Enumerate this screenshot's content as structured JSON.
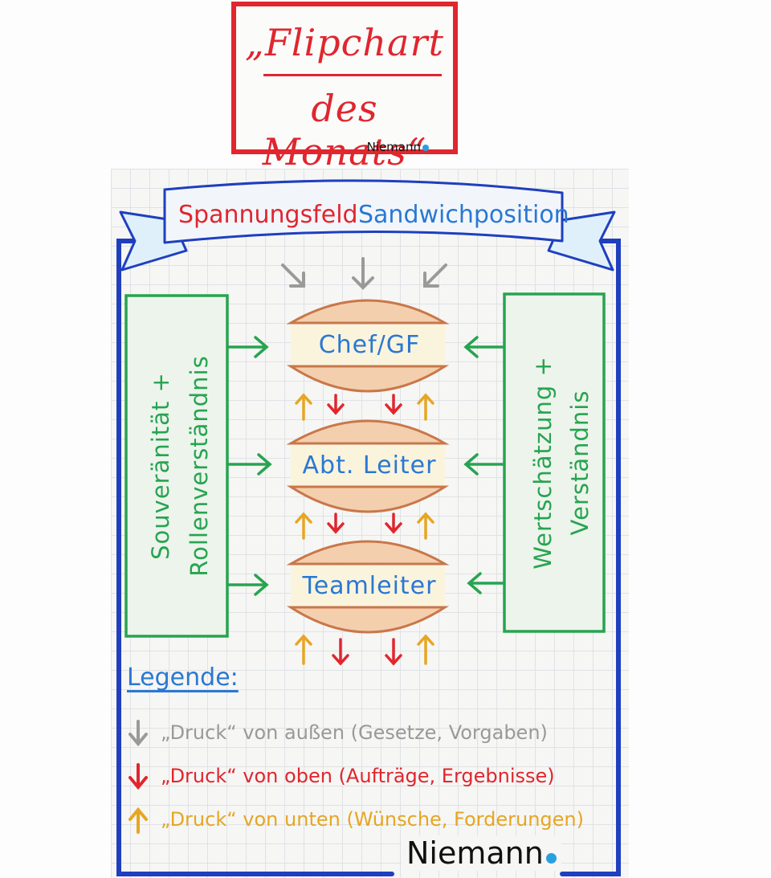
{
  "title_card": {
    "line1": "„Flipchart",
    "line2": "des Monats“",
    "brand": "Niemann"
  },
  "banner": {
    "word1": "Spannungsfeld",
    "word2": "Sandwichposition"
  },
  "layers": [
    {
      "label": "Chef/GF"
    },
    {
      "label": "Abt. Leiter"
    },
    {
      "label": "Teamleiter"
    }
  ],
  "left_box": {
    "line1": "Souveränität +",
    "line2": "Rollenverständnis"
  },
  "right_box": {
    "line1": "Wertschätzung +",
    "line2": "Verständnis"
  },
  "legend": {
    "title": "Legende:",
    "items": [
      {
        "text": "„Druck“ von außen (Gesetze, Vorgaben)",
        "color": "#999999",
        "icon": "arrow-down-icon"
      },
      {
        "text": "„Druck“ von oben (Aufträge, Ergebnisse)",
        "color": "#e0262e",
        "icon": "arrow-down-icon"
      },
      {
        "text": "„Druck“ von unten (Wünsche, Forderungen)",
        "color": "#e6a623",
        "icon": "arrow-up-icon"
      }
    ]
  },
  "footer": {
    "brand": "Niemann"
  },
  "colors": {
    "red": "#e0262e",
    "blue": "#2a78d2",
    "navy": "#1f3fbf",
    "green": "#27a450",
    "orange": "#e6a623",
    "gray": "#999999",
    "bun": "#f3cfae",
    "bun_stroke": "#c9774a",
    "dot": "#2a9fe0"
  }
}
